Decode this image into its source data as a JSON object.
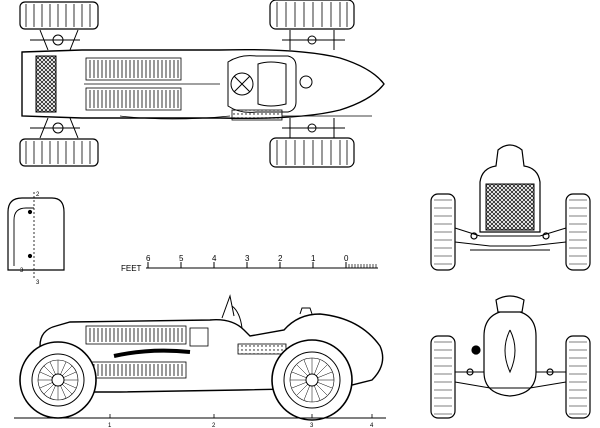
{
  "scale_bar": {
    "unit_label": "FEET",
    "ticks": [
      "6",
      "5",
      "4",
      "3",
      "2",
      "1",
      "0"
    ]
  },
  "side_view": {
    "ground_marks": [
      "1",
      "2",
      "3",
      "4"
    ]
  },
  "section_view": {
    "marks": [
      "2",
      "3",
      "3"
    ]
  },
  "colors": {
    "ink": "#000000",
    "paper": "#ffffff"
  }
}
